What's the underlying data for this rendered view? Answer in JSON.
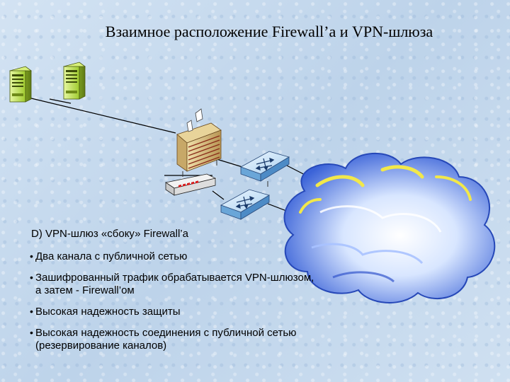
{
  "title": "Взаимное расположение Firewall’a и VPN-шлюза",
  "text": {
    "heading": "D) VPN-шлюз «сбоку» Firewall’a",
    "bullets": [
      "Два канала с публичной сетью",
      "Зашифрованный трафик обрабатывается VPN-шлюзом, а затем - Firewall’ом",
      "Высокая надежность защиты",
      "Высокая надежность соединения с публичной сетью (резервирование каналов)"
    ]
  },
  "colors": {
    "server": "#b8e04a",
    "firewall": "#c9b27a",
    "switch": "#9cc8ec",
    "cloud": "#5a7ee0",
    "link": "#000000"
  },
  "icons": [
    "server-icon",
    "firewall-icon",
    "vpn-gateway-icon",
    "switch-icon",
    "internet-cloud-icon"
  ]
}
